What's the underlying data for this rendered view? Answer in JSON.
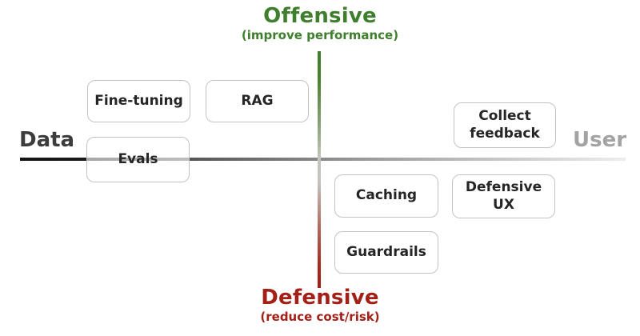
{
  "titles": {
    "top": {
      "label": "Offensive",
      "sublabel": "(improve performance)"
    },
    "bottom": {
      "label": "Defensive",
      "sublabel": "(reduce cost/risk)"
    }
  },
  "axis": {
    "left": {
      "label": "Data"
    },
    "right": {
      "label": "User"
    }
  },
  "boxes": [
    {
      "label": "Fine-tuning",
      "quadrant": "offensive-data"
    },
    {
      "label": "RAG",
      "quadrant": "offensive-data"
    },
    {
      "label": "Evals",
      "quadrant": "data-axis"
    },
    {
      "label": "Collect feedback",
      "quadrant": "offensive-user"
    },
    {
      "label": "Caching",
      "quadrant": "defensive-user"
    },
    {
      "label": "Defensive UX",
      "quadrant": "defensive-user"
    },
    {
      "label": "Guardrails",
      "quadrant": "defensive-user"
    }
  ],
  "colors": {
    "offensive_green": "#3f7e2d",
    "defensive_red": "#a32017",
    "data_dark": "#3c3c3c",
    "user_gray": "#a3a3a3",
    "box_border": "#c3c3c3",
    "box_text": "#252525"
  }
}
